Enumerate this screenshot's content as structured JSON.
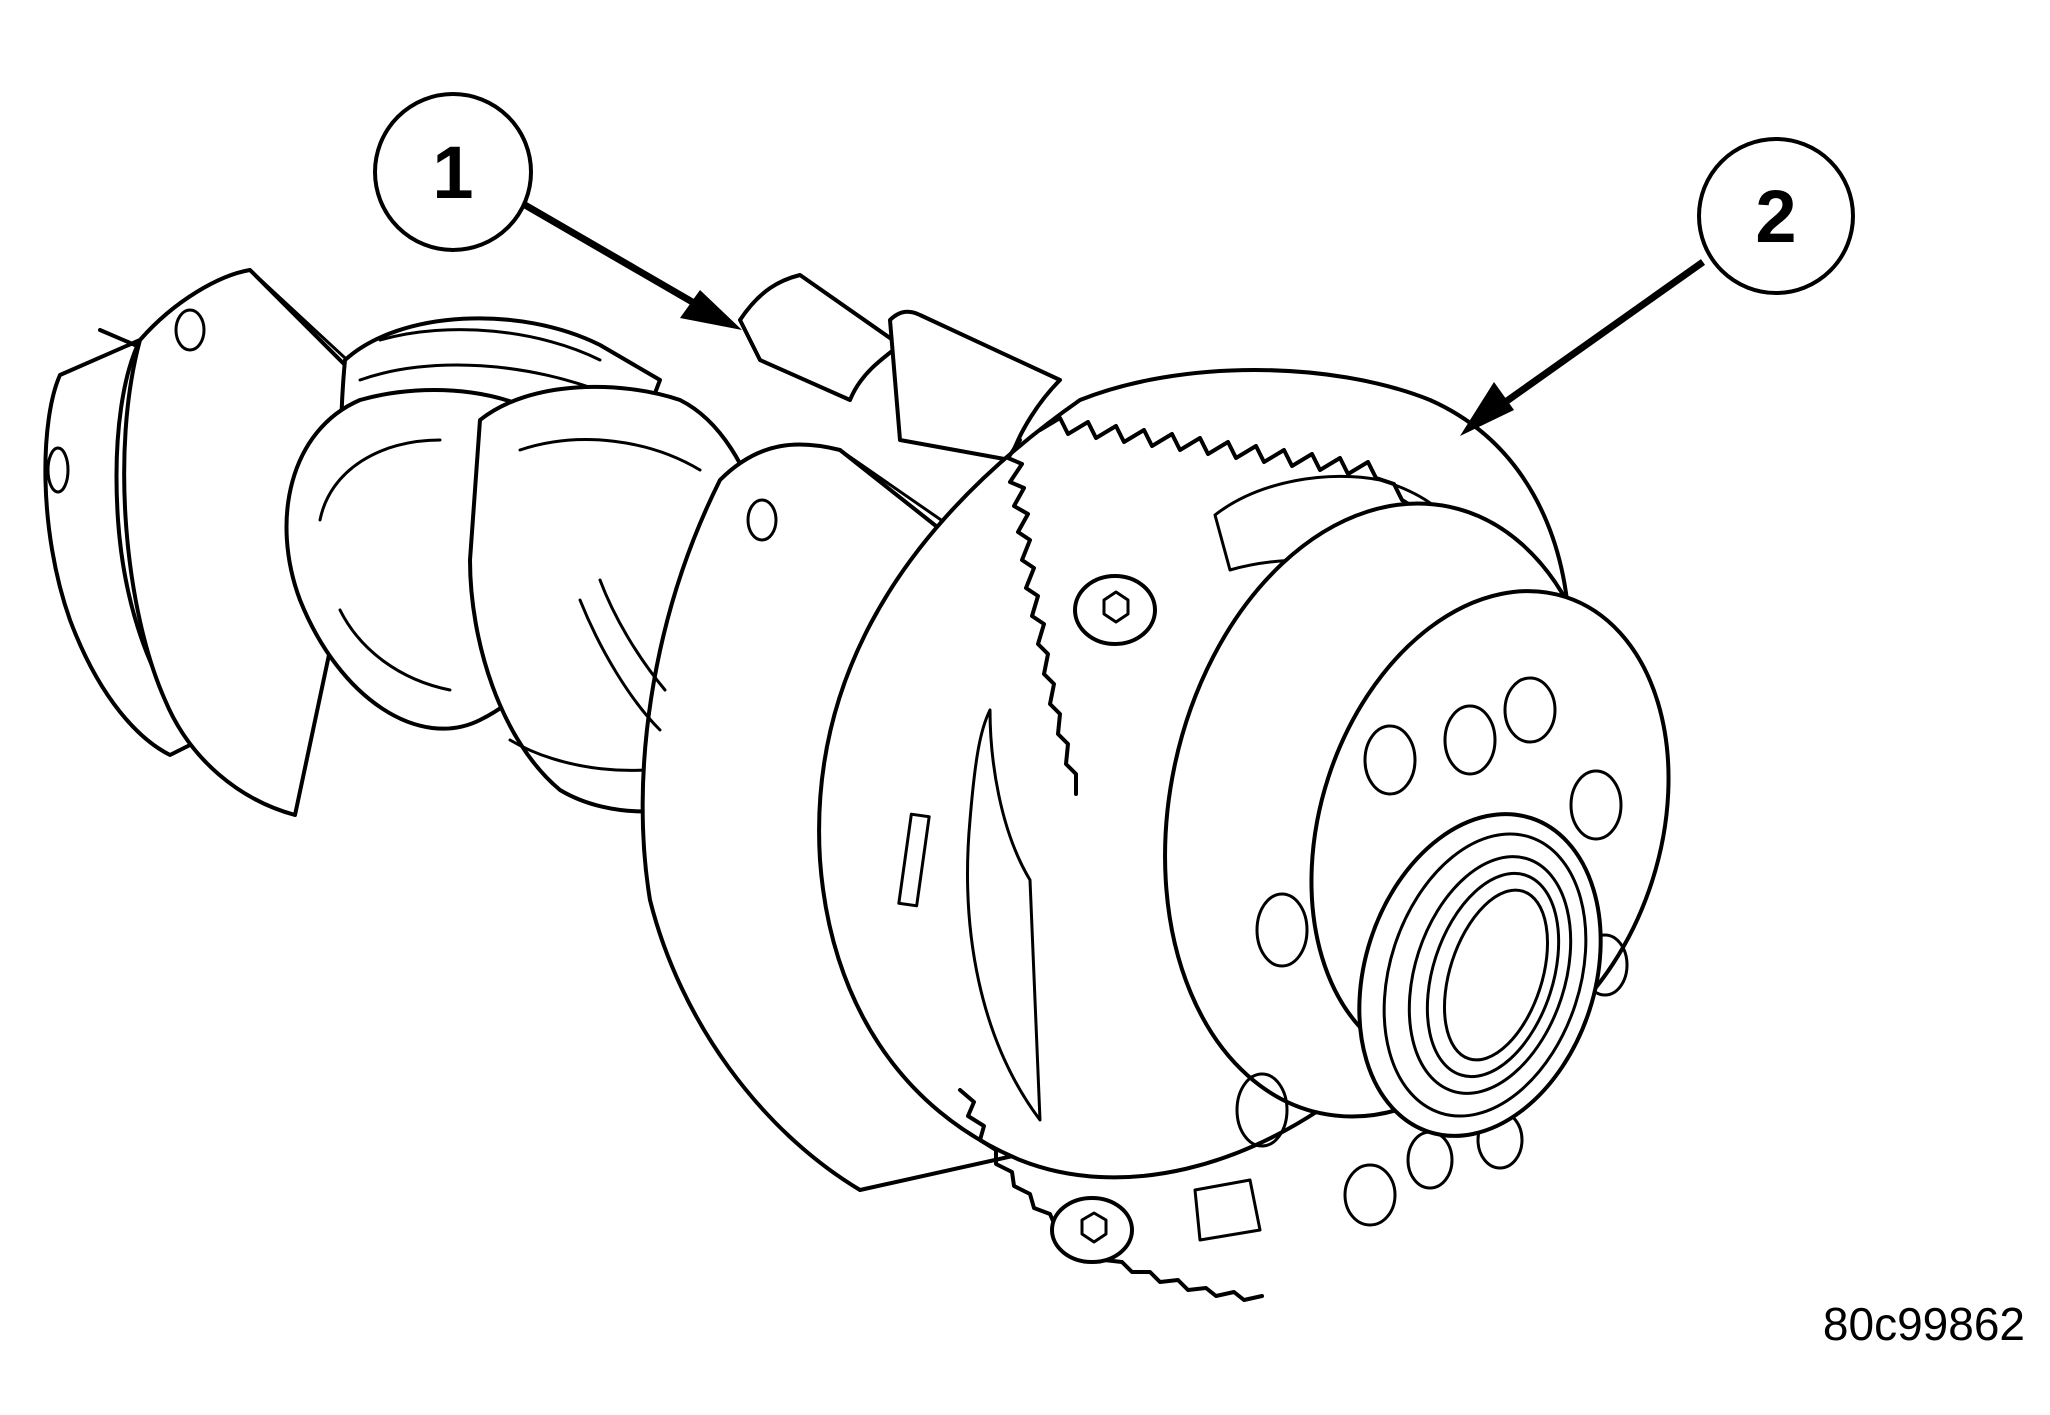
{
  "callouts": [
    {
      "id": "1",
      "label": "1"
    },
    {
      "id": "2",
      "label": "2"
    }
  ],
  "figure_id": "80c99862"
}
